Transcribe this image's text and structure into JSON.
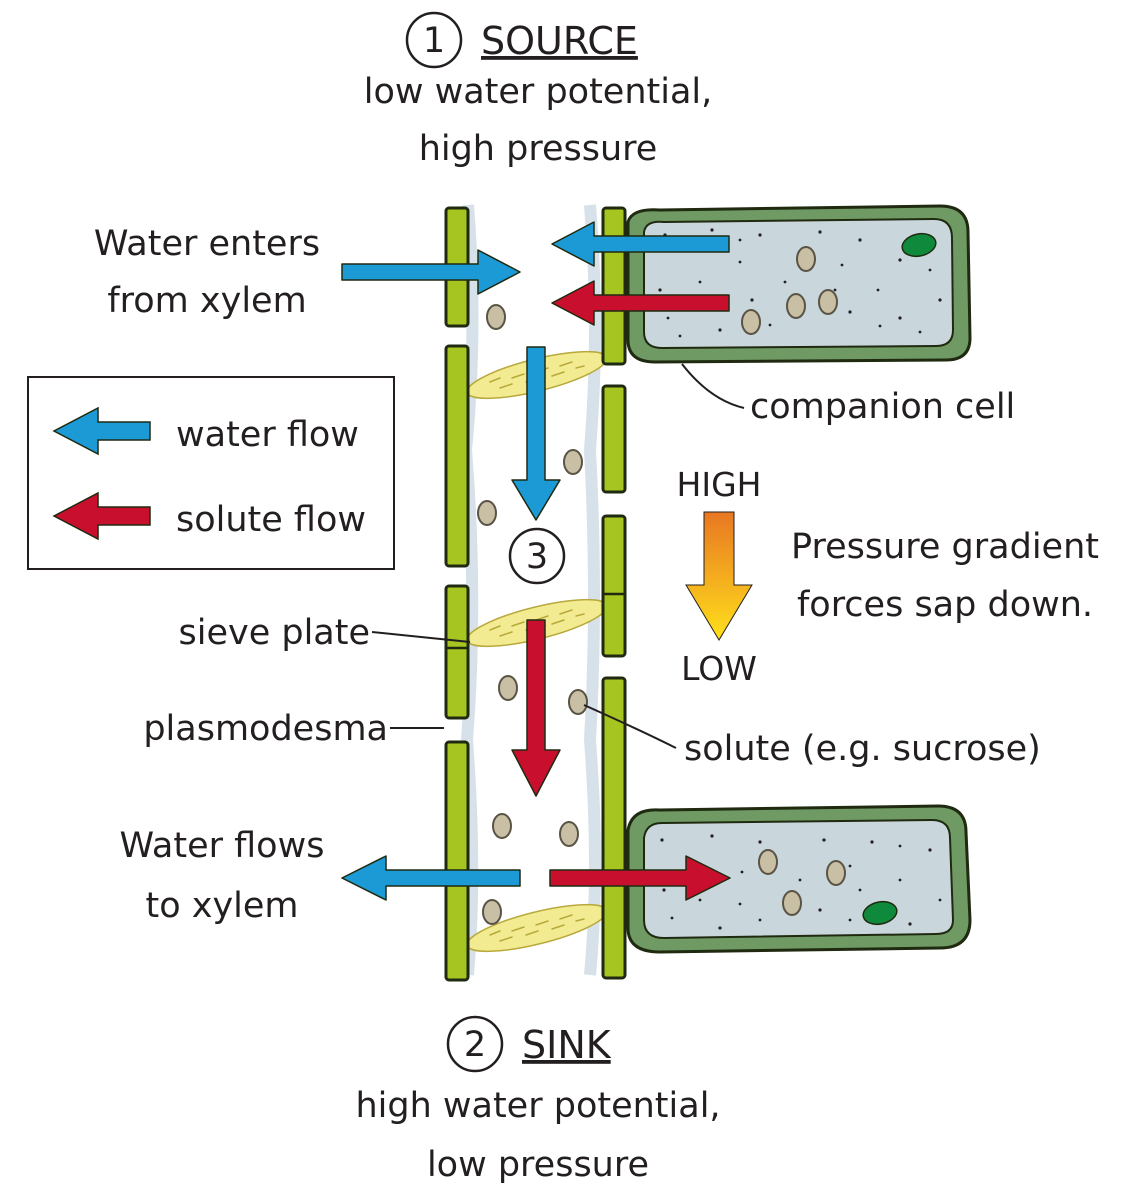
{
  "source": {
    "number": "1",
    "title": "SOURCE",
    "line1": "low water potential,",
    "line2": "high pressure"
  },
  "sink": {
    "number": "2",
    "title": "SINK",
    "line1": "high water potential,",
    "line2": "low pressure"
  },
  "step3": {
    "number": "3"
  },
  "labels": {
    "water_enters_1": "Water enters",
    "water_enters_2": "from xylem",
    "water_flows_1": "Water flows",
    "water_flows_2": "to xylem",
    "companion_cell": "companion cell",
    "sieve_plate": "sieve plate",
    "plasmodesma": "plasmodesma",
    "solute": "solute (e.g. sucrose)",
    "high": "HIGH",
    "low": "LOW",
    "gradient_1": "Pressure gradient",
    "gradient_2": "forces sap down."
  },
  "legend": {
    "water": "water flow",
    "solute": "solute flow"
  },
  "colors": {
    "water_flow": "#1b9ad6",
    "solute_flow": "#c8102e",
    "cell_wall": "#a7c520",
    "companion_fill": "#c9d6db",
    "companion_wall": "#6f9a63",
    "sieve_plate": "#f2eb92",
    "solute": "#c8bfa5",
    "chloroplast": "#0f8a3c",
    "gradient_high": "#e87722",
    "gradient_low": "#ffe01b"
  }
}
